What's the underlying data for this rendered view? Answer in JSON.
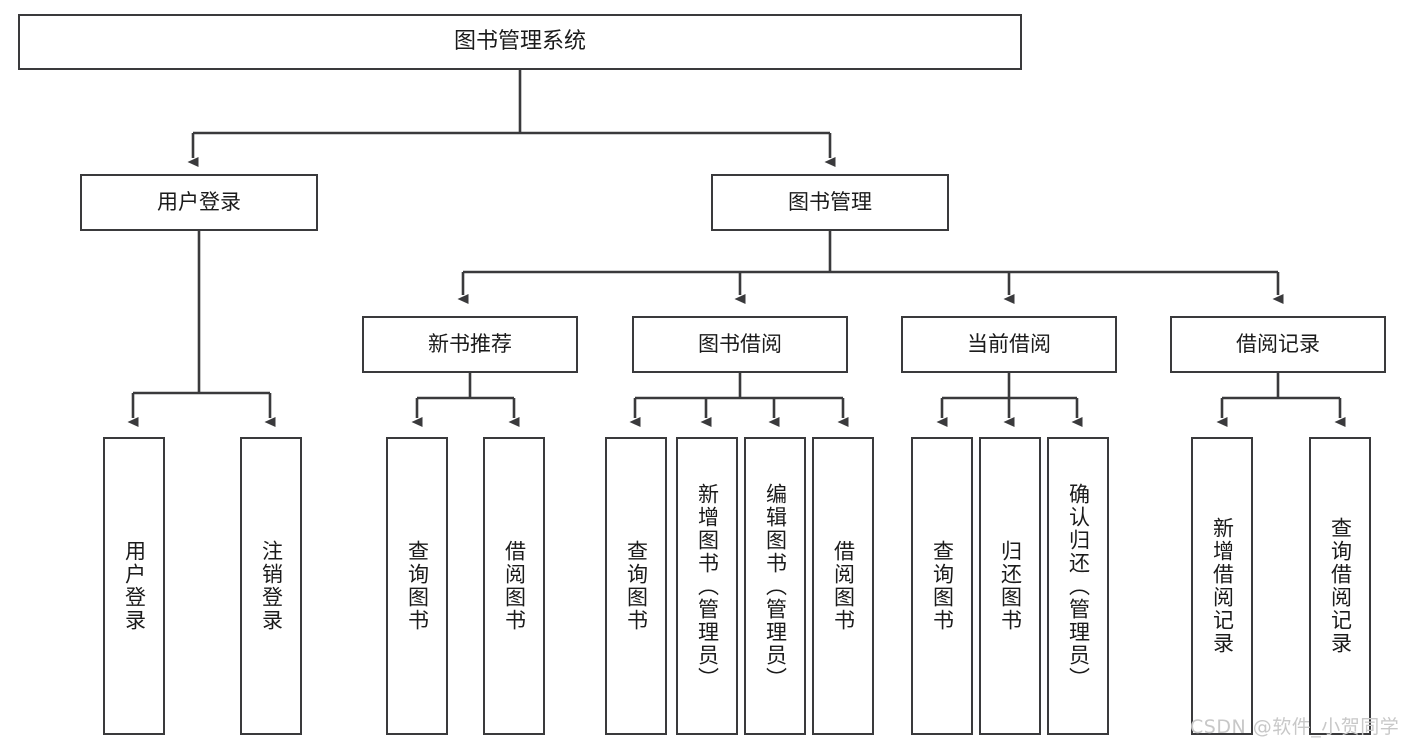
{
  "diagram": {
    "title": "图书管理系统",
    "type": "tree",
    "orientation": "top-down",
    "line_color": "#3a3a3c",
    "box_fill": "#ffffff",
    "text_color": "#1b1b1b",
    "background": "#ffffff"
  },
  "nodes": {
    "root": {
      "label": "图书管理系统",
      "level": 0
    },
    "level1": [
      {
        "id": "user-login",
        "label": "用户登录"
      },
      {
        "id": "book-management",
        "label": "图书管理"
      }
    ],
    "level2": [
      {
        "id": "new-book-recommend",
        "label": "新书推荐",
        "parent": "book-management"
      },
      {
        "id": "book-borrow",
        "label": "图书借阅",
        "parent": "book-management"
      },
      {
        "id": "current-borrow",
        "label": "当前借阅",
        "parent": "book-management"
      },
      {
        "id": "borrow-record",
        "label": "借阅记录",
        "parent": "book-management"
      }
    ],
    "leaves": [
      {
        "id": "leaf-user-login",
        "label": "用户登录",
        "parent": "user-login"
      },
      {
        "id": "leaf-logout-login",
        "label": "注销登录",
        "parent": "user-login"
      },
      {
        "id": "leaf-query-book-1",
        "label": "查询图书",
        "parent": "new-book-recommend"
      },
      {
        "id": "leaf-borrow-book-1",
        "label": "借阅图书",
        "parent": "new-book-recommend"
      },
      {
        "id": "leaf-query-book-2",
        "label": "查询图书",
        "parent": "book-borrow"
      },
      {
        "id": "leaf-add-book",
        "label": "新增图书（管理员）",
        "parent": "book-borrow"
      },
      {
        "id": "leaf-edit-book",
        "label": "编辑图书（管理员）",
        "parent": "book-borrow"
      },
      {
        "id": "leaf-borrow-book-2",
        "label": "借阅图书",
        "parent": "book-borrow"
      },
      {
        "id": "leaf-query-book-3",
        "label": "查询图书",
        "parent": "current-borrow"
      },
      {
        "id": "leaf-return-book",
        "label": "归还图书",
        "parent": "current-borrow"
      },
      {
        "id": "leaf-confirm-return",
        "label": "确认归还（管理员）",
        "parent": "current-borrow"
      },
      {
        "id": "leaf-add-record",
        "label": "新增借阅记录",
        "parent": "borrow-record"
      },
      {
        "id": "leaf-query-record",
        "label": "查询借阅记录",
        "parent": "borrow-record"
      }
    ]
  },
  "watermark": {
    "text": "CSDN @软件_小贺同学"
  }
}
